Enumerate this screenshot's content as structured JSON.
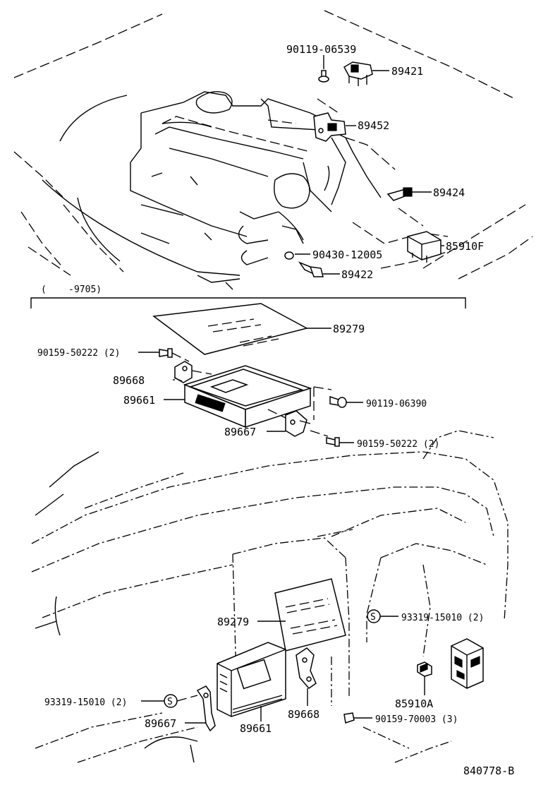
{
  "labels": {
    "p90119_06539": "90119-06539",
    "p89421": "89421",
    "p89452": "89452",
    "p89424": "89424",
    "p85910F": "85910F",
    "p90430_12005": "90430-12005",
    "p89422": "89422",
    "range": "(    -9705)",
    "p89279_top": "89279",
    "p90159_50222_a": "90159-50222 (2)",
    "p89668_top": "89668",
    "p89661_top": "89661",
    "p90119_06390": "90119-06390",
    "p89667_top": "89667",
    "p90159_50222_b": "90159-50222 (2)",
    "p89279_bot": "89279",
    "p93319_15010_a": "93319-15010 (2)",
    "p93319_15010_b": "93319-15010 (2)",
    "p85910A": "85910A",
    "p89668_bot": "89668",
    "p89667_bot": "89667",
    "p89661_bot": "89661",
    "p90159_70003": "90159-70003 (3)",
    "drawing_no": "840778-B",
    "s_mark_a": "S",
    "s_mark_b": "S"
  }
}
